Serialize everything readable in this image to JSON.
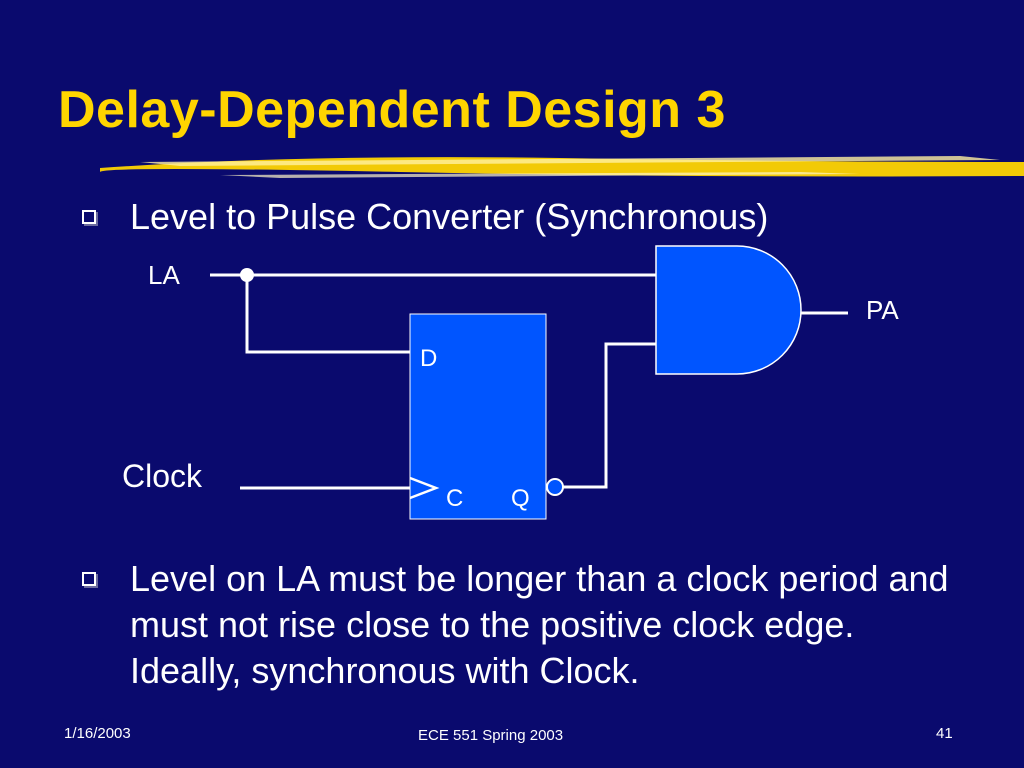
{
  "slide": {
    "title": "Delay-Dependent Design 3",
    "bullets": [
      "Level to Pulse Converter (Synchronous)",
      "Level on LA must be longer than a clock period and must not rise close to the positive clock edge. Ideally, synchronous with Clock."
    ],
    "footer": {
      "date": "1/16/2003",
      "course": "ECE 551 Spring 2003",
      "page": "41"
    }
  },
  "diagram": {
    "input_la": "LA",
    "input_clock": "Clock",
    "output_pa": "PA",
    "ff_pin_d": "D",
    "ff_pin_c": "C",
    "ff_pin_q": "Q"
  },
  "colors": {
    "background": "#0a0a6e",
    "title": "#ffd500",
    "component_fill": "#0055ff",
    "wire": "#ffffff"
  }
}
